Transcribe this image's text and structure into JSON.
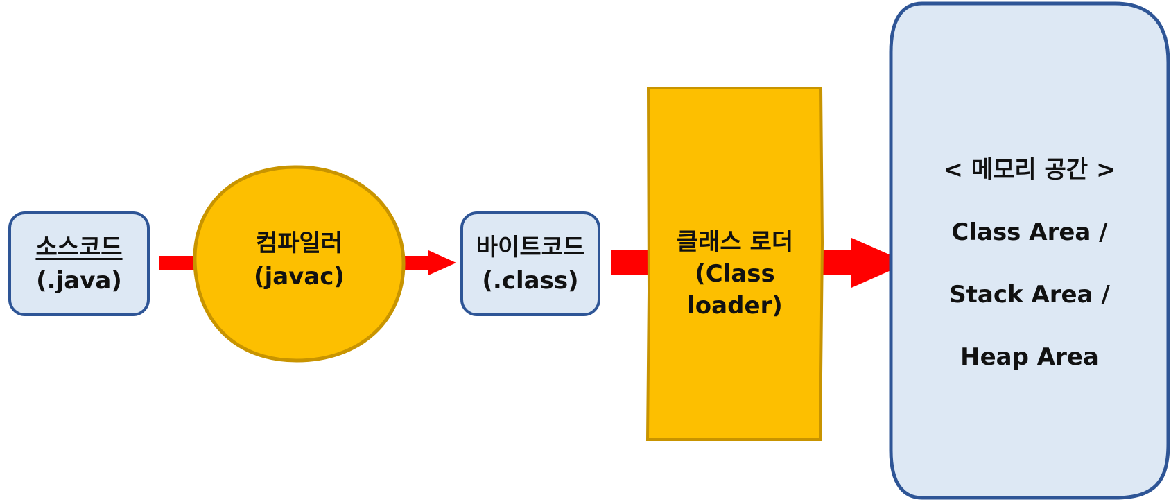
{
  "colors": {
    "box_fill": "#dde8f4",
    "box_stroke": "#2e5596",
    "node_fill": "#fdbf00",
    "node_stroke": "#c89400",
    "arrow": "#ff0000",
    "text": "#111111"
  },
  "nodes": {
    "source": {
      "line1": "소스코드",
      "line2": "(.java)"
    },
    "compiler": {
      "line1": "컴파일러",
      "line2": "(javac)"
    },
    "bytecode": {
      "line1": "바이트코드",
      "line2": "(.class)"
    },
    "loader": {
      "line1": "클래스 로더",
      "line2": "(Class",
      "line3": "loader)"
    },
    "memory": {
      "title": "< 메모리 공간 >",
      "item1": "Class Area /",
      "item2": "Stack Area /",
      "item3": "Heap Area"
    }
  }
}
